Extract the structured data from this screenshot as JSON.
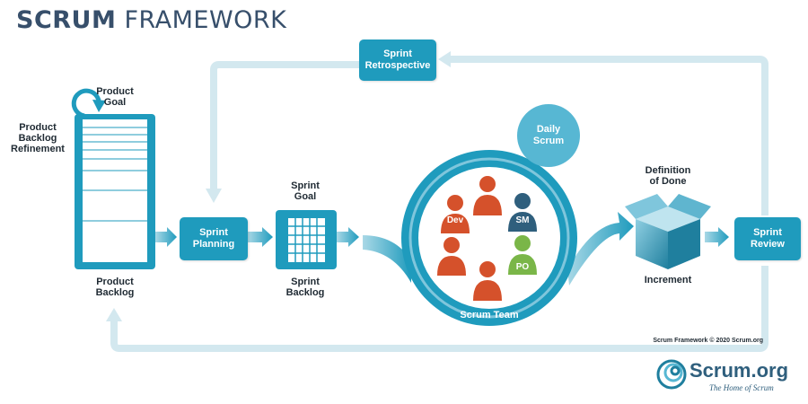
{
  "title": {
    "bold": "SCRUM",
    "rest": "FRAMEWORK"
  },
  "artifacts": {
    "product_goal": "Product\nGoal",
    "refinement": "Product\nBacklog\nRefinement",
    "product_backlog": "Product\nBacklog",
    "sprint_goal": "Sprint\nGoal",
    "sprint_backlog": "Sprint\nBacklog",
    "definition_of_done": "Definition\nof Done",
    "increment": "Increment"
  },
  "events": {
    "sprint_planning": "Sprint\nPlanning",
    "sprint_retrospective": "Sprint\nRetrospective",
    "daily_scrum": "Daily\nScrum",
    "sprint_review": "Sprint\nReview"
  },
  "team": {
    "label": "Scrum Team",
    "roles": {
      "dev": "Dev",
      "sm": "SM",
      "po": "PO"
    }
  },
  "footer": {
    "credit": "Scrum Framework © 2020 Scrum.org",
    "logo_text": "Scrum.org",
    "logo_tagline": "The Home of Scrum"
  },
  "colors": {
    "primary_teal": "#1f9bbd",
    "light_loop": "#d3e8ef",
    "title_navy": "#374f6b",
    "dev_orange": "#d5512b",
    "sm_navy": "#2f5f7d",
    "po_green": "#7ab648"
  }
}
